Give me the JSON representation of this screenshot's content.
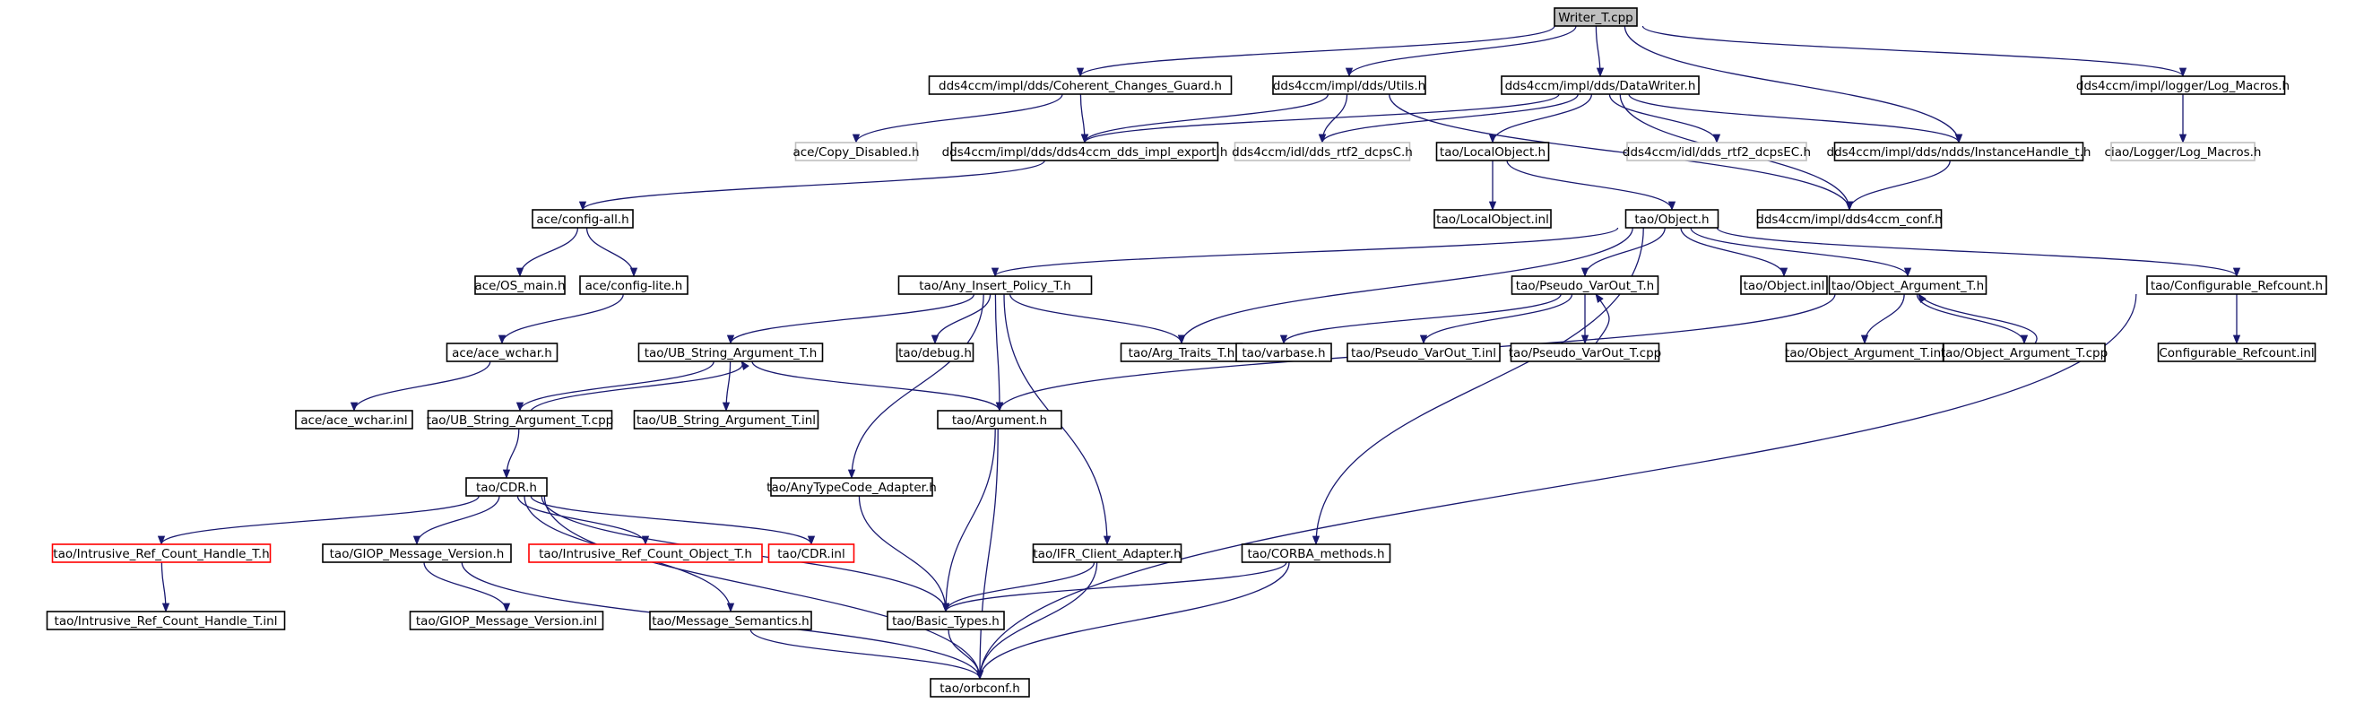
{
  "colors": {
    "edge": "#191970",
    "root_fill": "#bfbfbf",
    "normal_border": "#000000",
    "missing_border": "#bfbfbf",
    "truncated_border": "#ff0000",
    "text": "#000000"
  },
  "nodes": [
    {
      "id": "n0",
      "label": "Writer_T.cpp",
      "style": "root"
    },
    {
      "id": "n1",
      "label": "dds4ccm/impl/dds/Coherent_Changes_Guard.h",
      "style": "normal"
    },
    {
      "id": "n2",
      "label": "dds4ccm/impl/dds/Utils.h",
      "style": "normal"
    },
    {
      "id": "n3",
      "label": "dds4ccm/impl/dds/DataWriter.h",
      "style": "normal"
    },
    {
      "id": "n4",
      "label": "dds4ccm/impl/logger/Log_Macros.h",
      "style": "normal"
    },
    {
      "id": "n5",
      "label": "ace/Copy_Disabled.h",
      "style": "missing"
    },
    {
      "id": "n6",
      "label": "dds4ccm/impl/dds/dds4ccm_dds_impl_export.h",
      "style": "normal"
    },
    {
      "id": "n7",
      "label": "dds4ccm/idl/dds_rtf2_dcpsC.h",
      "style": "missing"
    },
    {
      "id": "n8",
      "label": "tao/LocalObject.h",
      "style": "normal"
    },
    {
      "id": "n9",
      "label": "dds4ccm/idl/dds_rtf2_dcpsEC.h",
      "style": "missing"
    },
    {
      "id": "n10",
      "label": "dds4ccm/impl/dds/ndds/InstanceHandle_t.h",
      "style": "normal"
    },
    {
      "id": "n11",
      "label": "ciao/Logger/Log_Macros.h",
      "style": "missing"
    },
    {
      "id": "n12",
      "label": "ace/config-all.h",
      "style": "normal"
    },
    {
      "id": "n13",
      "label": "tao/LocalObject.inl",
      "style": "normal"
    },
    {
      "id": "n14",
      "label": "tao/Object.h",
      "style": "normal"
    },
    {
      "id": "n15",
      "label": "dds4ccm/impl/dds4ccm_conf.h",
      "style": "normal"
    },
    {
      "id": "n16",
      "label": "ace/OS_main.h",
      "style": "normal"
    },
    {
      "id": "n17",
      "label": "ace/config-lite.h",
      "style": "normal"
    },
    {
      "id": "n18",
      "label": "tao/Any_Insert_Policy_T.h",
      "style": "normal"
    },
    {
      "id": "n19",
      "label": "tao/Pseudo_VarOut_T.h",
      "style": "normal"
    },
    {
      "id": "n20",
      "label": "tao/Object.inl",
      "style": "normal"
    },
    {
      "id": "n21",
      "label": "tao/Object_Argument_T.h",
      "style": "normal"
    },
    {
      "id": "n22",
      "label": "tao/Configurable_Refcount.h",
      "style": "normal"
    },
    {
      "id": "n23",
      "label": "ace/ace_wchar.h",
      "style": "normal"
    },
    {
      "id": "n24",
      "label": "tao/UB_String_Argument_T.h",
      "style": "normal"
    },
    {
      "id": "n25",
      "label": "tao/debug.h",
      "style": "normal"
    },
    {
      "id": "n26",
      "label": "tao/Arg_Traits_T.h",
      "style": "normal"
    },
    {
      "id": "n27",
      "label": "tao/varbase.h",
      "style": "normal"
    },
    {
      "id": "n28",
      "label": "tao/Pseudo_VarOut_T.inl",
      "style": "normal"
    },
    {
      "id": "n29",
      "label": "tao/Pseudo_VarOut_T.cpp",
      "style": "normal"
    },
    {
      "id": "n30",
      "label": "tao/Object_Argument_T.inl",
      "style": "normal"
    },
    {
      "id": "n31",
      "label": "tao/Object_Argument_T.cpp",
      "style": "normal"
    },
    {
      "id": "n32",
      "label": "Configurable_Refcount.inl",
      "style": "normal"
    },
    {
      "id": "n33",
      "label": "ace/ace_wchar.inl",
      "style": "normal"
    },
    {
      "id": "n34",
      "label": "tao/UB_String_Argument_T.cpp",
      "style": "normal"
    },
    {
      "id": "n35",
      "label": "tao/UB_String_Argument_T.inl",
      "style": "normal"
    },
    {
      "id": "n36",
      "label": "tao/Argument.h",
      "style": "normal"
    },
    {
      "id": "n37",
      "label": "tao/CDR.h",
      "style": "normal"
    },
    {
      "id": "n38",
      "label": "tao/AnyTypeCode_Adapter.h",
      "style": "normal"
    },
    {
      "id": "n39",
      "label": "tao/Intrusive_Ref_Count_Handle_T.h",
      "style": "truncated"
    },
    {
      "id": "n40",
      "label": "tao/GIOP_Message_Version.h",
      "style": "normal"
    },
    {
      "id": "n41",
      "label": "tao/Intrusive_Ref_Count_Object_T.h",
      "style": "truncated"
    },
    {
      "id": "n42",
      "label": "tao/CDR.inl",
      "style": "truncated"
    },
    {
      "id": "n43",
      "label": "tao/IFR_Client_Adapter.h",
      "style": "normal"
    },
    {
      "id": "n44",
      "label": "tao/CORBA_methods.h",
      "style": "normal"
    },
    {
      "id": "n45",
      "label": "tao/Intrusive_Ref_Count_Handle_T.inl",
      "style": "normal"
    },
    {
      "id": "n46",
      "label": "tao/GIOP_Message_Version.inl",
      "style": "normal"
    },
    {
      "id": "n47",
      "label": "tao/Message_Semantics.h",
      "style": "normal"
    },
    {
      "id": "n48",
      "label": "tao/Basic_Types.h",
      "style": "normal"
    },
    {
      "id": "n49",
      "label": "tao/orbconf.h",
      "style": "normal"
    }
  ],
  "edges": [
    [
      "n0",
      "n1"
    ],
    [
      "n0",
      "n2"
    ],
    [
      "n0",
      "n3"
    ],
    [
      "n0",
      "n10"
    ],
    [
      "n0",
      "n4"
    ],
    [
      "n1",
      "n5"
    ],
    [
      "n1",
      "n6"
    ],
    [
      "n2",
      "n6"
    ],
    [
      "n2",
      "n7"
    ],
    [
      "n2",
      "n15"
    ],
    [
      "n3",
      "n6"
    ],
    [
      "n3",
      "n7"
    ],
    [
      "n3",
      "n8"
    ],
    [
      "n3",
      "n9"
    ],
    [
      "n3",
      "n10"
    ],
    [
      "n3",
      "n15"
    ],
    [
      "n4",
      "n11"
    ],
    [
      "n6",
      "n12"
    ],
    [
      "n8",
      "n13"
    ],
    [
      "n8",
      "n14"
    ],
    [
      "n10",
      "n15"
    ],
    [
      "n12",
      "n16"
    ],
    [
      "n12",
      "n17"
    ],
    [
      "n17",
      "n23"
    ],
    [
      "n23",
      "n33"
    ],
    [
      "n14",
      "n18"
    ],
    [
      "n14",
      "n26"
    ],
    [
      "n14",
      "n19"
    ],
    [
      "n14",
      "n20"
    ],
    [
      "n14",
      "n21"
    ],
    [
      "n14",
      "n22"
    ],
    [
      "n14",
      "n44"
    ],
    [
      "n18",
      "n24"
    ],
    [
      "n18",
      "n25"
    ],
    [
      "n18",
      "n26"
    ],
    [
      "n18",
      "n36"
    ],
    [
      "n18",
      "n38"
    ],
    [
      "n18",
      "n43"
    ],
    [
      "n19",
      "n27"
    ],
    [
      "n19",
      "n28"
    ],
    [
      "n19",
      "n29"
    ],
    [
      "n29",
      "n19"
    ],
    [
      "n21",
      "n36"
    ],
    [
      "n21",
      "n30"
    ],
    [
      "n21",
      "n31"
    ],
    [
      "n31",
      "n21"
    ],
    [
      "n22",
      "n32"
    ],
    [
      "n22",
      "n49"
    ],
    [
      "n24",
      "n34"
    ],
    [
      "n34",
      "n24"
    ],
    [
      "n24",
      "n35"
    ],
    [
      "n24",
      "n36"
    ],
    [
      "n34",
      "n37"
    ],
    [
      "n36",
      "n48"
    ],
    [
      "n36",
      "n49"
    ],
    [
      "n38",
      "n48"
    ],
    [
      "n37",
      "n39"
    ],
    [
      "n37",
      "n40"
    ],
    [
      "n37",
      "n41"
    ],
    [
      "n37",
      "n42"
    ],
    [
      "n37",
      "n47"
    ],
    [
      "n37",
      "n48"
    ],
    [
      "n37",
      "n49"
    ],
    [
      "n39",
      "n45"
    ],
    [
      "n40",
      "n46"
    ],
    [
      "n40",
      "n49"
    ],
    [
      "n43",
      "n48"
    ],
    [
      "n43",
      "n49"
    ],
    [
      "n44",
      "n48"
    ],
    [
      "n44",
      "n49"
    ],
    [
      "n47",
      "n49"
    ],
    [
      "n48",
      "n49"
    ]
  ]
}
